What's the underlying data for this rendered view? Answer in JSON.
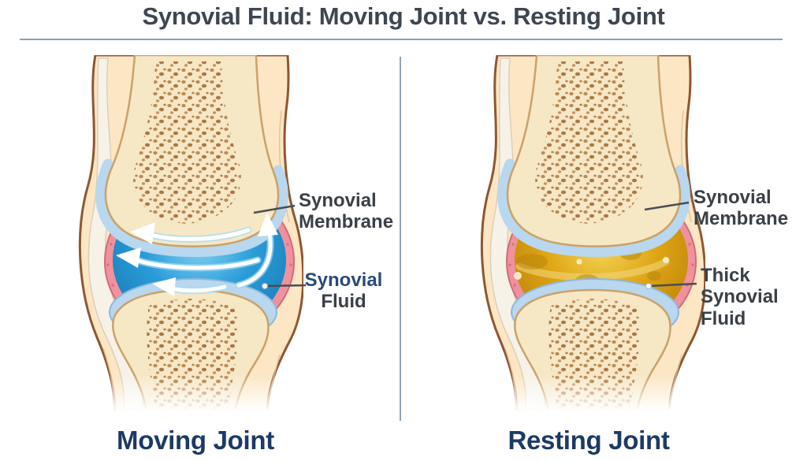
{
  "title": "Synovial Fluid: Moving Joint vs. Resting Joint",
  "panels": {
    "moving": {
      "caption": "Moving Joint",
      "labels": {
        "membrane": [
          "Synovial",
          "Membrane"
        ],
        "fluid": [
          "Synovial",
          "Fluid"
        ]
      }
    },
    "resting": {
      "caption": "Resting Joint",
      "labels": {
        "membrane": [
          "Synovial",
          "Membrane"
        ],
        "fluid": [
          "Thick",
          "Synovial",
          "Fluid"
        ]
      }
    }
  },
  "icons": {
    "flow_arrows": "white curved arrows showing fluid circulation (moving joint only)"
  },
  "colors": {
    "title_text": "#3e4651",
    "caption_text": "#1d3a66",
    "label_text": "#3a4046",
    "label_accent": "#2b4a78",
    "title_rule": "#8da0af",
    "panel_divider": "#93a5b4",
    "leader_line": "#4a4e54",
    "fluid_moving": "#2b9cd8",
    "fluid_moving_light": "#7fd0f2",
    "fluid_moving_dark": "#1578b4",
    "fluid_resting": "#dfa616",
    "fluid_resting_light": "#f3d458",
    "fluid_resting_dark": "#b67c06",
    "membrane_pink": "#ef929e",
    "membrane_edge": "#d06b78",
    "cartilage_blue": "#b9d7ee",
    "cartilage_edge": "#8fb8dc",
    "bone_cream": "#f6e7c5",
    "bone_outline": "#c9a26a",
    "bone_texture": "#b3824f",
    "tissue_peach": "#fce6c4",
    "tissue_outline": "#8e5733",
    "ligament_white": "#f6f2e8",
    "arrow_white": "#ffffff"
  }
}
